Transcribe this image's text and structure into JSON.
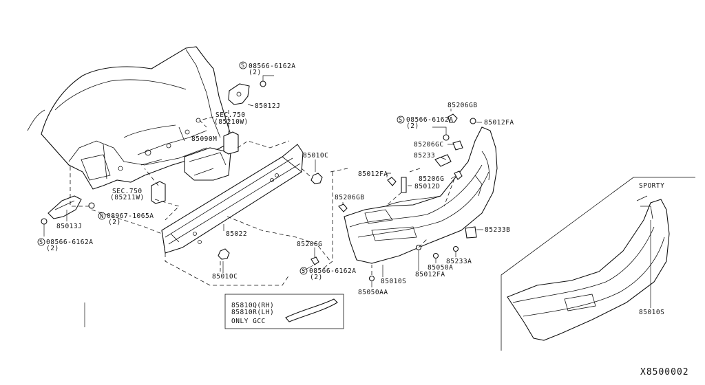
{
  "diagram_id": "X8500002",
  "labels": {
    "l_08566_6162a_top": "08566-6162A",
    "l_08566_6162a_top_qty": "(2)",
    "l_85012j": "85012J",
    "l_sec750_top": "SEC.750",
    "l_sec750_top_ref": "(85210W)",
    "l_85090m": "85090M",
    "l_85010c_top": "85010C",
    "l_sec750_bot": "SEC.750",
    "l_sec750_bot_ref": "(85211W)",
    "l_08967_1065a": "08967-1065A",
    "l_08967_1065a_qty": "(2)",
    "l_85013j": "85013J",
    "l_08566_6162a_left": "08566-6162A",
    "l_08566_6162a_left_qty": "(2)",
    "l_85022": "85022",
    "l_85010c_bot": "85010C",
    "l_85206gb_top": "85206GB",
    "l_08566_6162a_right": "08566-6162A",
    "l_08566_6162a_right_qty": "(2)",
    "l_85012fa_right": "85012FA",
    "l_85206gc": "85206GC",
    "l_85233": "85233",
    "l_85206g_right": "85206G",
    "l_85012fa_mid": "85012FA",
    "l_85012d": "85012D",
    "l_85206gb_mid": "85206GB",
    "l_85233b": "85233B",
    "l_85233a": "85233A",
    "l_85050a": "85050A",
    "l_85012fa_low": "85012FA",
    "l_85206g_low": "85206G",
    "l_08566_6162a_bot": "08566-6162A",
    "l_08566_6162a_bot_qty": "(2)",
    "l_85010s_main": "85010S",
    "l_85050aa": "85050AA",
    "l_sporty": "SPORTY",
    "l_85010s_sporty": "85010S"
  },
  "inset": {
    "line1": "85810Q(RH)",
    "line2": "85810R(LH)",
    "line3": "ONLY GCC"
  },
  "symbols": {
    "s_circle": "S",
    "n_circle": "N"
  }
}
